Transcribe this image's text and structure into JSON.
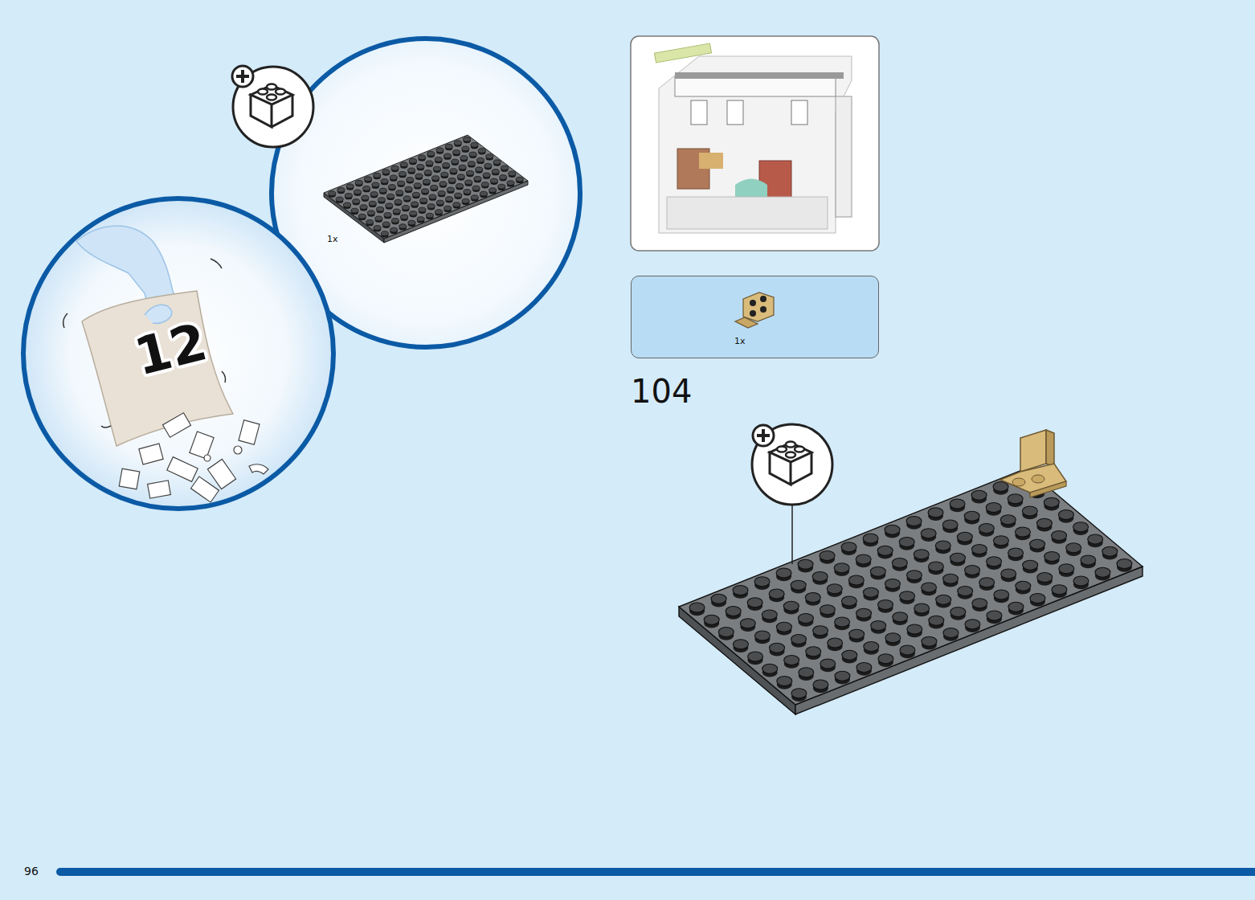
{
  "diagram": {
    "nodes": [
      {
        "text": [
          "1x"
        ]
      },
      {
        "text": [
          "1x"
        ]
      }
    ],
    "labels": [
      "12",
      "104",
      "96"
    ]
  }
}
